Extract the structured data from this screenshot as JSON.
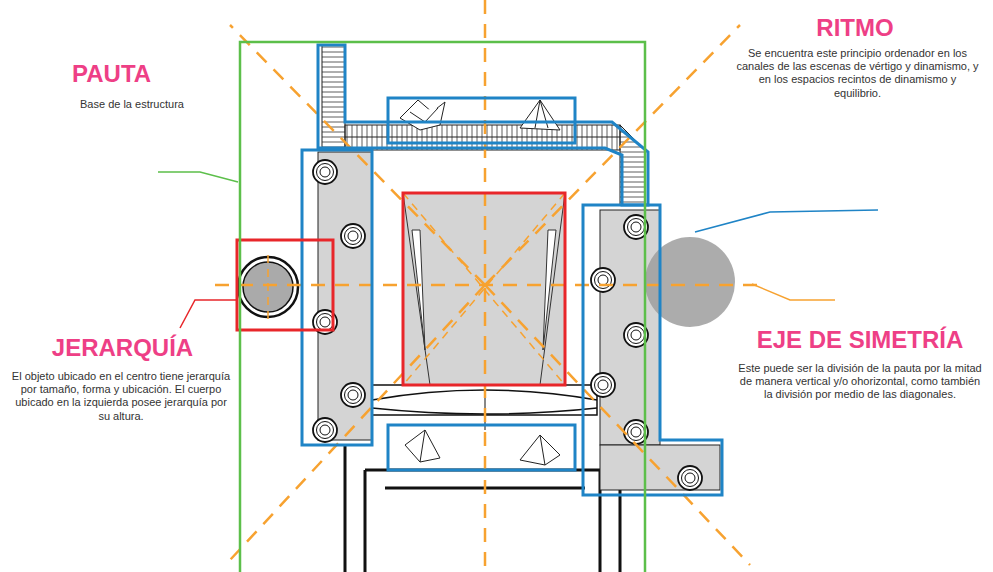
{
  "diagram": {
    "labels": [
      "PAUTA",
      "Base de la estructura",
      "RITMO",
      "Se encuentra este principio ordenador en los canales de las escenas de vértigo y dinamismo, y en los espacios recintos de dinamismo y equilibrio.",
      "JERARQUÍA",
      "El objeto ubicado en el centro tiene jerarquía por tamaño, forma y ubicación. El cuerpo ubicado en la izquierda posee jerarquía por su altura.",
      "EJE DE SIMETRÍA",
      "Este puede ser la división de la pauta por la mitad de manera vertical y/o ohorizontal, como también la división por medio de las diagonales."
    ]
  }
}
